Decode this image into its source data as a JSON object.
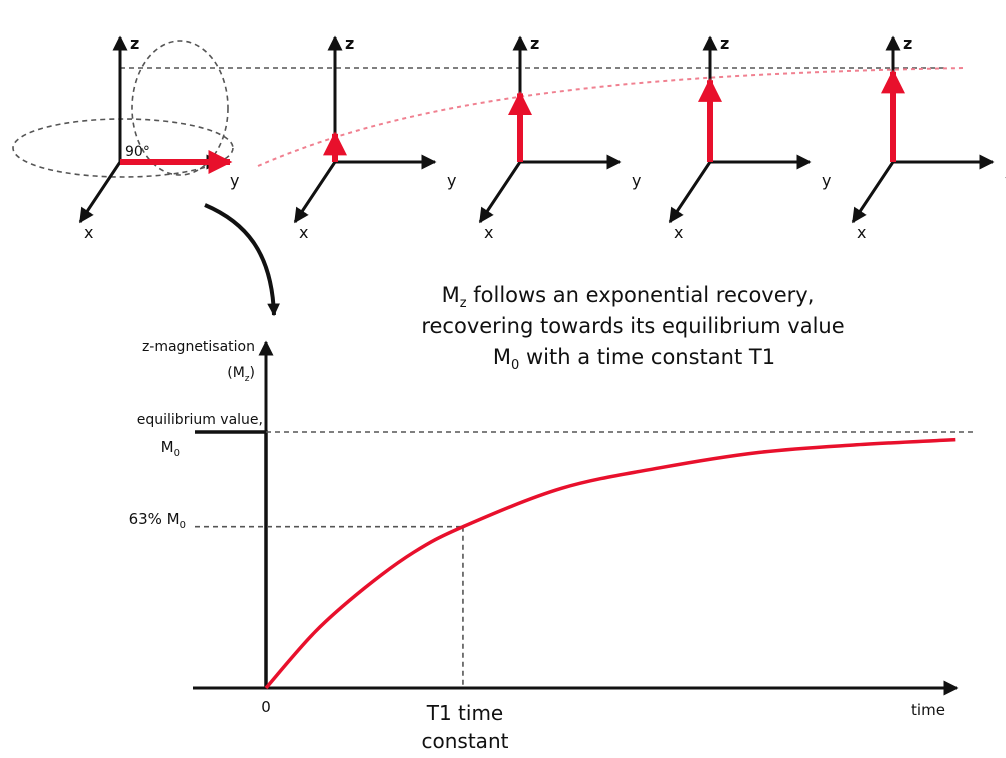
{
  "colors": {
    "magnetisation": "#e8102c",
    "axis": "#111111",
    "guide": "#555555"
  },
  "axis_letters": {
    "z": "z",
    "y": "y",
    "x": "x"
  },
  "flip_angle": "90°",
  "frames": [
    {
      "mz_fraction": 0.0
    },
    {
      "mz_fraction": 0.3
    },
    {
      "mz_fraction": 0.73
    },
    {
      "mz_fraction": 0.87
    },
    {
      "mz_fraction": 0.96
    }
  ],
  "description": {
    "line1_pre": "M",
    "line1_sub": "z",
    "line1_post": " follows an exponential recovery,",
    "line2": "recovering towards its equilibrium value",
    "line3_pre": "M",
    "line3_sub": "0",
    "line3_post": " with a time constant T1"
  },
  "chart_data": {
    "type": "line",
    "ylabel": {
      "line1": "z-magnetisation",
      "line2_pre": "(M",
      "line2_sub": "z",
      "line2_post": ")"
    },
    "equilibrium_label": {
      "line1": "equilibrium value,",
      "line2_pre": "M",
      "line2_sub": "0"
    },
    "pct_label": {
      "pre": "63% M",
      "sub": "0"
    },
    "xlabel": "time",
    "x_origin_label": "0",
    "t1_label": {
      "line1": "T1 time",
      "line2": "constant"
    },
    "equilibrium": 1.0,
    "t1_marker": {
      "x": 1.0,
      "y": 0.63
    },
    "x_range": [
      0,
      3.6
    ],
    "series": [
      {
        "points": [
          [
            0,
            0.0
          ],
          [
            0.25,
            0.22
          ],
          [
            0.5,
            0.39
          ],
          [
            0.75,
            0.53
          ],
          [
            1.0,
            0.63
          ],
          [
            1.5,
            0.78
          ],
          [
            2.0,
            0.86
          ],
          [
            2.5,
            0.92
          ],
          [
            3.0,
            0.95
          ],
          [
            3.5,
            0.97
          ]
        ]
      }
    ]
  }
}
